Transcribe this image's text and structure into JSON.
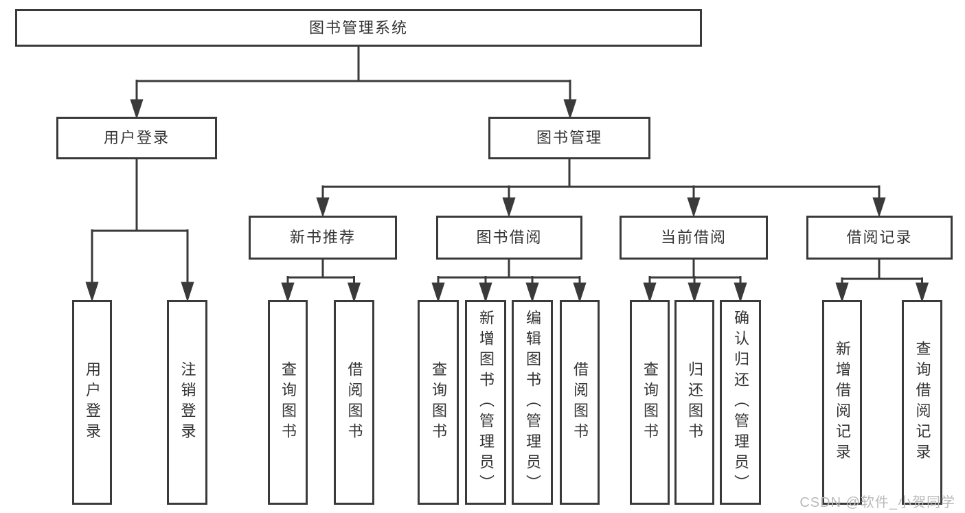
{
  "diagram_title": "图书管理系统",
  "colors": {
    "line": "#3a3a3a",
    "text": "#333333",
    "background": "#ffffff",
    "watermark": "#b9b9b9"
  },
  "tree": {
    "root": "图书管理系统",
    "branches": [
      {
        "label": "用户登录",
        "children": [
          "用户登录",
          "注销登录"
        ]
      },
      {
        "label": "图书管理",
        "children": [
          {
            "label": "新书推荐",
            "children": [
              "查询图书",
              "借阅图书"
            ]
          },
          {
            "label": "图书借阅",
            "children": [
              "查询图书",
              "新增图书（管理员）",
              "编辑图书（管理员）",
              "借阅图书"
            ]
          },
          {
            "label": "当前借阅",
            "children": [
              "查询图书",
              "归还图书",
              "确认归还（管理员）"
            ]
          },
          {
            "label": "借阅记录",
            "children": [
              "新增借阅记录",
              "查询借阅记录"
            ]
          }
        ]
      }
    ]
  },
  "watermark": {
    "text": "CSDN @软件_小贺同学"
  }
}
